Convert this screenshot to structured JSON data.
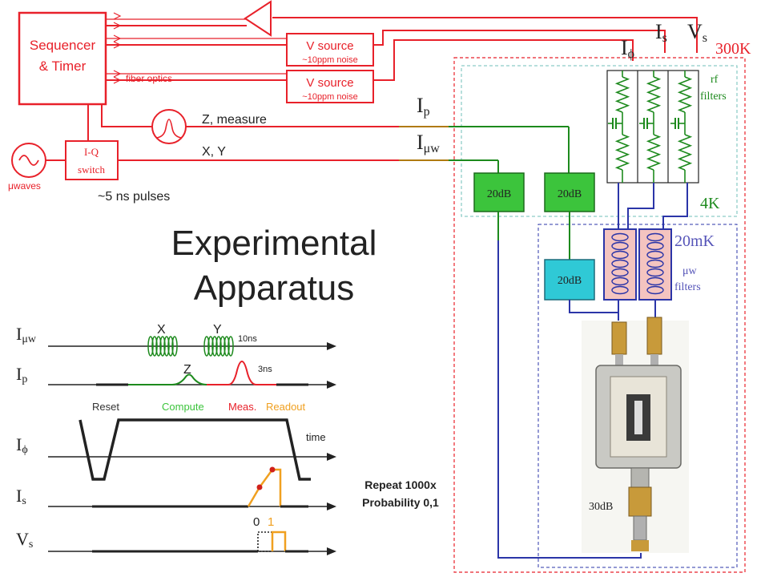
{
  "colors": {
    "red": "#e8212a",
    "green": "#1d8a1d",
    "green_fill": "#3cc43c",
    "cyan_fill": "#2fc9d6",
    "blue": "#2b35a8",
    "purple": "#5554b8",
    "orange": "#f0a020",
    "teal_border": "#6fbfb8",
    "pink_fill": "#f4c4c0"
  },
  "instruments": {
    "sequencer_line1": "Sequencer",
    "sequencer_line2": "& Timer",
    "vsource_label": "V source",
    "vsource_noise": "~10ppm noise",
    "fiber_optics": "fiber optics",
    "iq_line1": "I-Q",
    "iq_line2": "switch",
    "waves_label": "μwaves",
    "z_measure": "Z, measure",
    "xy_label": "X, Y",
    "pulses_label": "~5 ns pulses"
  },
  "lines": {
    "I_phi": "I",
    "I_phi_sub": "ϕ",
    "I_s": "I",
    "I_s_sub": "s",
    "V_s": "V",
    "V_s_sub": "s",
    "I_p": "I",
    "I_p_sub": "p",
    "I_uw": "I",
    "I_uw_sub": "μw"
  },
  "stages": {
    "room": "300K",
    "four_k": "4K",
    "mk": "20mK",
    "rf_filters_line1": "rf",
    "rf_filters_line2": "filters",
    "uw_filters_line1": "μw",
    "uw_filters_line2": "filters"
  },
  "attenuators": {
    "green_left": "20dB",
    "green_right": "20dB",
    "cyan": "20dB",
    "sample": "30dB"
  },
  "title": {
    "line1": "Experimental",
    "line2": "Apparatus"
  },
  "timing": {
    "I_uw": "I",
    "I_uw_sub": "μw",
    "I_p": "I",
    "I_p_sub": "p",
    "I_phi": "I",
    "I_phi_sub": "ϕ",
    "I_s": "I",
    "I_s_sub": "s",
    "V_s": "V",
    "V_s_sub": "s",
    "x_label": "X",
    "y_label": "Y",
    "z_label": "Z",
    "ten_ns": "10ns",
    "three_ns": "3ns",
    "reset": "Reset",
    "compute": "Compute",
    "meas": "Meas.",
    "readout": "Readout",
    "time": "time",
    "repeat": "Repeat 1000x",
    "probability": "Probability 0,1",
    "zero": "0",
    "one": "1"
  }
}
